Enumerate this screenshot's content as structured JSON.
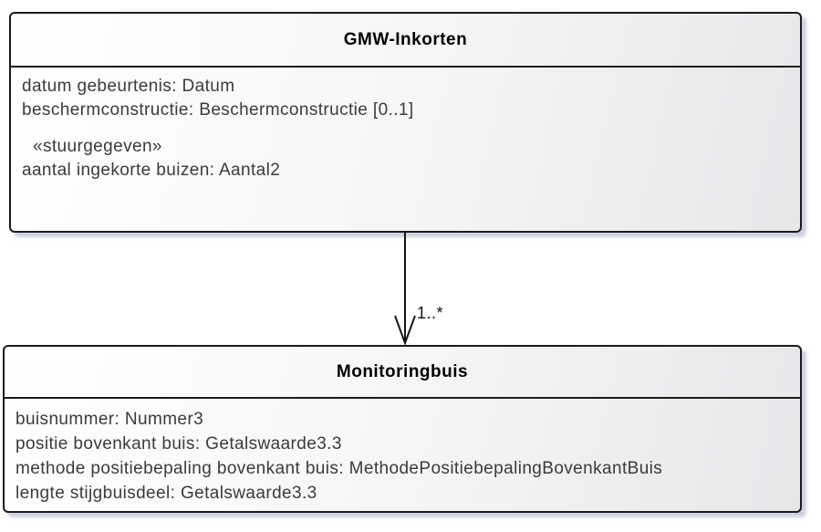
{
  "diagram": {
    "type": "uml-class-diagram",
    "colors": {
      "box_border": "#1b1b1b",
      "box_fill_light": "#ffffff",
      "box_fill_dark": "#e7e7ea",
      "attribute_text": "#3b3b3b",
      "title_text": "#000000",
      "shadow": "#a5acc0"
    },
    "classes": [
      {
        "name": "GMW-Inkorten",
        "attributes": [
          "datum gebeurtenis: Datum",
          "beschermconstructie: Beschermconstructie [0..1]"
        ],
        "stereotype": "«stuurgegeven»",
        "stereotyped_attributes": [
          "aantal ingekorte buizen: Aantal2"
        ]
      },
      {
        "name": "Monitoringbuis",
        "attributes": [
          "buisnummer: Nummer3",
          "positie bovenkant buis: Getalswaarde3.3",
          "methode positiebepaling bovenkant buis: MethodePositiebepalingBovenkantBuis",
          "lengte stijgbuisdeel: Getalswaarde3.3"
        ]
      }
    ],
    "connector": {
      "kind": "directed-association",
      "source": "GMW-Inkorten",
      "target": "Monitoringbuis",
      "multiplicity": "1..*"
    }
  }
}
